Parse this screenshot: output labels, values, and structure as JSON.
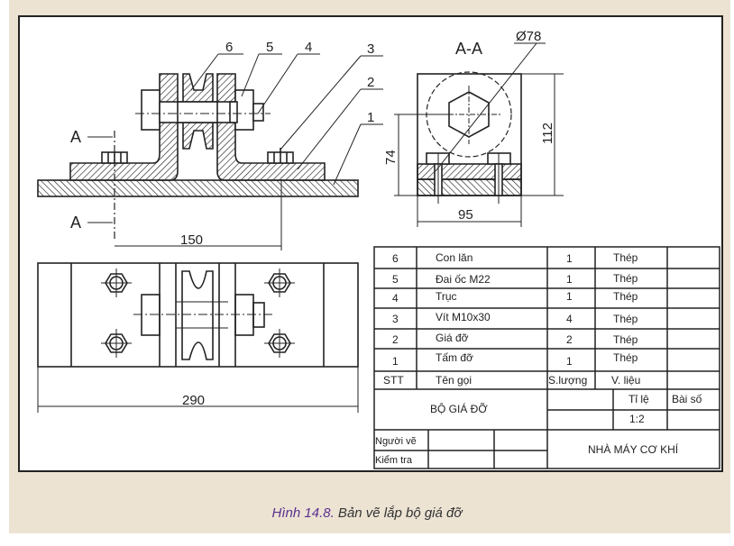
{
  "figure": {
    "caption_number": "Hình 14.8.",
    "caption_text": " Bản vẽ lắp bộ giá đỡ"
  },
  "drawing": {
    "part_callouts": [
      "6",
      "5",
      "4",
      "3",
      "2",
      "1"
    ],
    "section_label": "A",
    "section_view_title": "A-A",
    "dimensions": {
      "diameter": "Ø78",
      "height_total": "112",
      "center_height": "74",
      "width_section": "95",
      "center_distance": "150",
      "length_total": "290"
    }
  },
  "parts_list": {
    "rows": [
      {
        "stt": "6",
        "name": "Con lăn",
        "qty": "1",
        "material": "Thép"
      },
      {
        "stt": "5",
        "name": "Đai ốc M22",
        "qty": "1",
        "material": "Thép"
      },
      {
        "stt": "4",
        "name": "Trục",
        "qty": "1",
        "material": "Thép"
      },
      {
        "stt": "3",
        "name": "Vít M10x30",
        "qty": "4",
        "material": "Thép"
      },
      {
        "stt": "2",
        "name": "Giá đỡ",
        "qty": "2",
        "material": "Thép"
      },
      {
        "stt": "1",
        "name": "Tấm đỡ",
        "qty": "1",
        "material": "Thép"
      }
    ],
    "header": {
      "stt": "STT",
      "name": "Tên gọi",
      "qty": "S.lượng",
      "material": "V. liệu"
    }
  },
  "title_block": {
    "title": "BỘ GIÁ ĐỠ",
    "scale_label": "Tỉ lệ",
    "scale_value": "1:2",
    "sheet_label": "Bài số",
    "drawn_by_label": "Người vẽ",
    "checked_by_label": "Kiểm tra",
    "organization": "NHÀ MÁY CƠ KHÍ"
  },
  "colors": {
    "background": "#ece3d3",
    "line": "#222222",
    "caption_accent": "#5b2f8f"
  }
}
